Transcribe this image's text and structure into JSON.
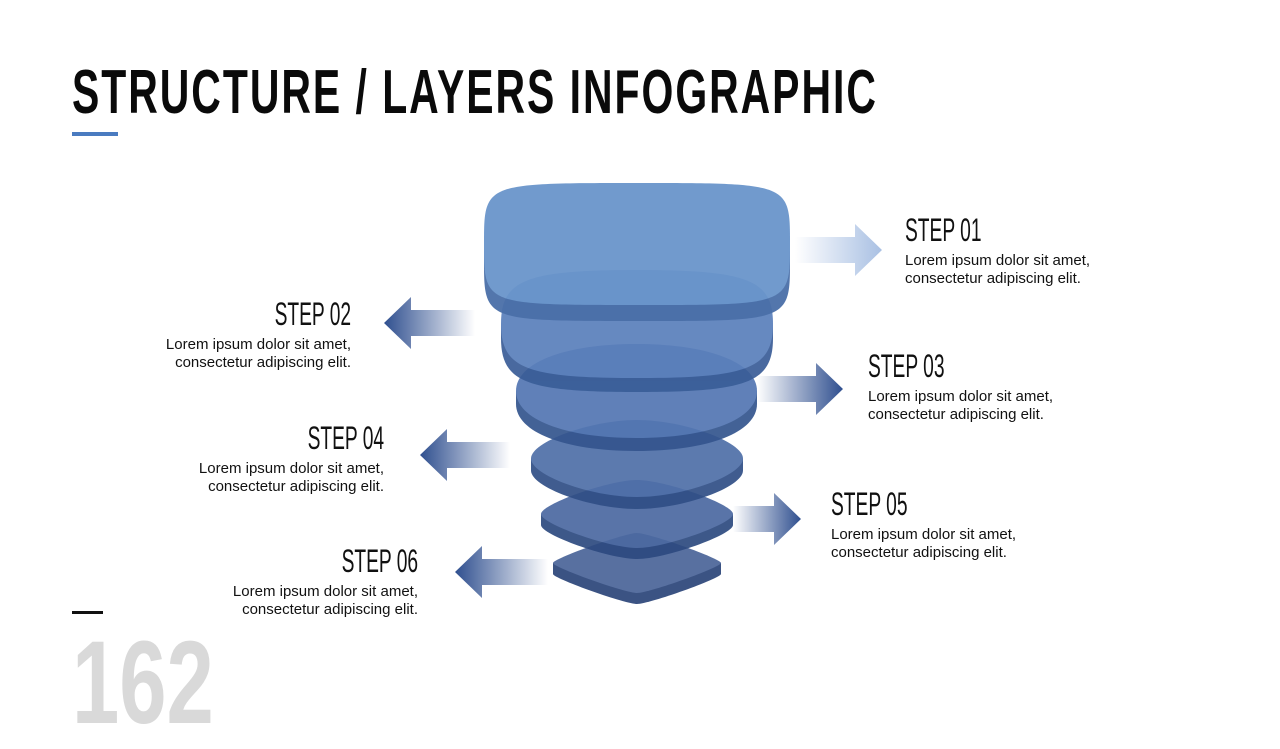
{
  "title": "STRUCTURE / LAYERS INFOGRAPHIC",
  "page_number": "162",
  "colors": {
    "accent": "#4a7bc0",
    "layer_top": "#5b86c4",
    "layer_dark": "#2d4f86",
    "page_number": "#d9d9d9"
  },
  "steps": [
    {
      "label": "STEP 01",
      "line1": "Lorem ipsum dolor sit amet,",
      "line2": "consectetur adipiscing elit."
    },
    {
      "label": "STEP 02",
      "line1": "Lorem ipsum dolor sit amet,",
      "line2": "consectetur adipiscing elit."
    },
    {
      "label": "STEP 03",
      "line1": "Lorem ipsum dolor sit amet,",
      "line2": "consectetur adipiscing elit."
    },
    {
      "label": "STEP 04",
      "line1": "Lorem ipsum dolor sit amet,",
      "line2": "consectetur adipiscing elit."
    },
    {
      "label": "STEP 05",
      "line1": "Lorem ipsum dolor sit amet,",
      "line2": "consectetur adipiscing elit."
    },
    {
      "label": "STEP 06",
      "line1": "Lorem ipsum dolor sit amet,",
      "line2": "consectetur adipiscing elit."
    }
  ]
}
